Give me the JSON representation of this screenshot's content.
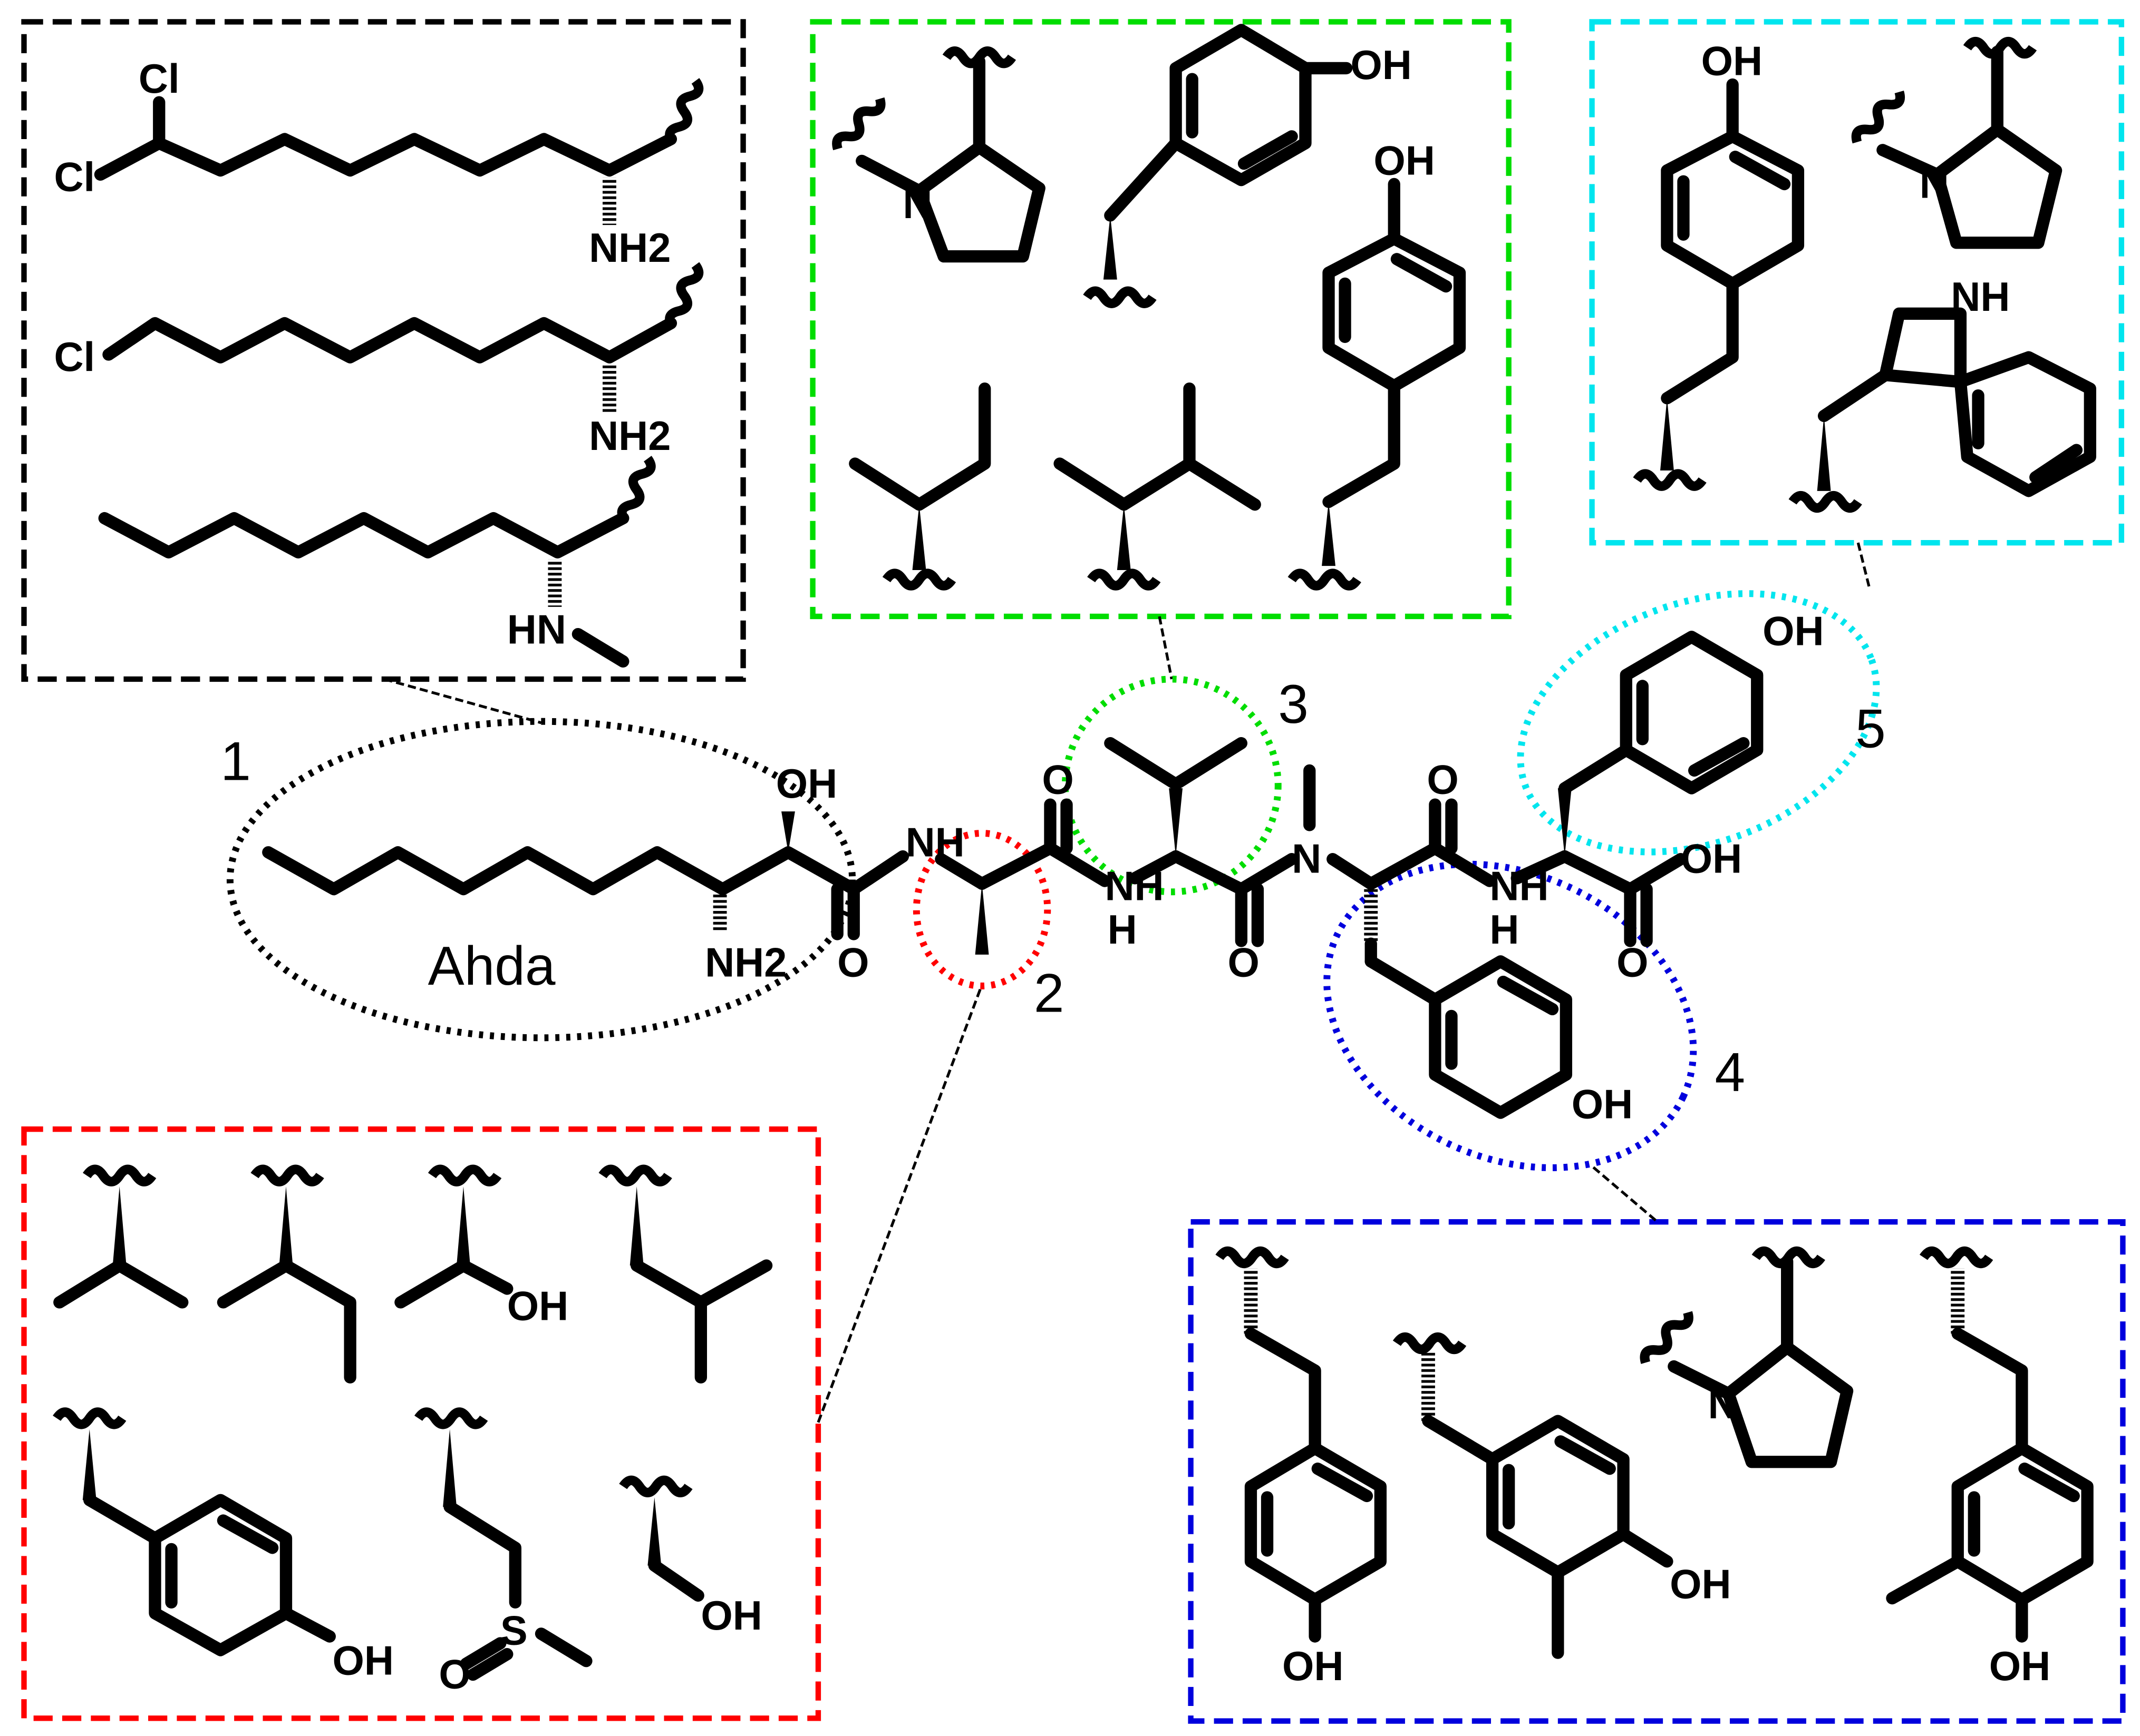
{
  "colors": {
    "region1": "#000000",
    "region2": "#ff0000",
    "region3": "#00dd00",
    "region4": "#0000dd",
    "region5": "#00e5ee"
  },
  "region_numbers": [
    "1",
    "2",
    "3",
    "4",
    "5"
  ],
  "core": {
    "residue_name": "Ahda",
    "atoms": {
      "oh": "OH",
      "nh2": "NH2",
      "nh": "NH",
      "n": "N",
      "h": "H",
      "o": "O",
      "cooh": "OH"
    }
  },
  "box1": {
    "cl": "Cl",
    "nh2": "NH2",
    "hn": "HN"
  },
  "box3": {
    "oh": "OH",
    "n": "N"
  },
  "box5": {
    "oh": "OH",
    "nh": "NH",
    "n": "N"
  },
  "box2": {
    "oh": "OH",
    "s": "S",
    "o": "O"
  },
  "box4": {
    "oh": "OH",
    "n": "N"
  }
}
